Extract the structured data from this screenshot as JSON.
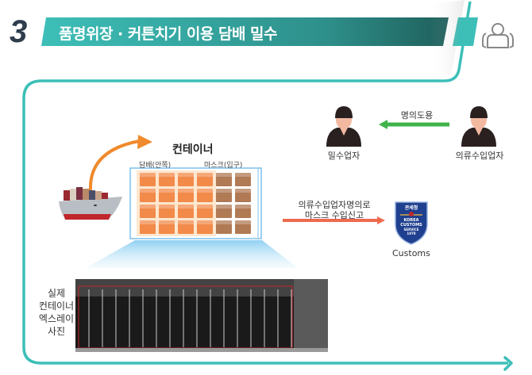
{
  "header": {
    "section_number": "3",
    "title": "품명위장 · 커튼치기 이용 담배 밀수",
    "user_icon": "user-group-icon"
  },
  "diagram": {
    "container_title": "컨테이너",
    "tobacco_label": "담배(안쪽)",
    "mask_label": "마스크(입구)",
    "smuggler_label": "밀수업자",
    "importer_label": "의류수입업자",
    "name_theft_label": "명의도용",
    "report_label_line1": "의류수입업자명의로",
    "report_label_line2": "마스크 수입신고",
    "customs_label": "Customs",
    "customs_badge": {
      "top_text": "관세청",
      "line1": "KOREA",
      "line2": "CUSTOMS",
      "line3": "SERVICE",
      "year": "1970"
    },
    "xray_label_lines": [
      "실제",
      "컨테이너",
      "엑스레이",
      "사진"
    ]
  },
  "colors": {
    "teal": "#3dbfb8",
    "orange_arrow": "#f08a2c",
    "green_arrow": "#3fb44a",
    "red_arrow": "#ee6a4e",
    "tobacco_box": "#f28a4a",
    "mask_box": "#b07a55",
    "badge_blue": "#1f3f8f"
  }
}
